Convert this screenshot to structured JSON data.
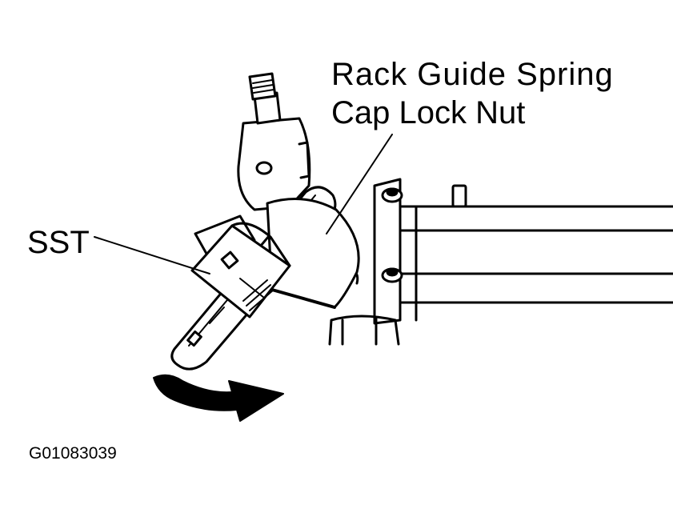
{
  "labels": {
    "rack_line1": "Rack Guide Spring",
    "rack_line2": "Cap Lock Nut",
    "sst": "SST"
  },
  "figure_id": "G01083039",
  "colors": {
    "ink": "#000000",
    "paper": "#ffffff"
  }
}
